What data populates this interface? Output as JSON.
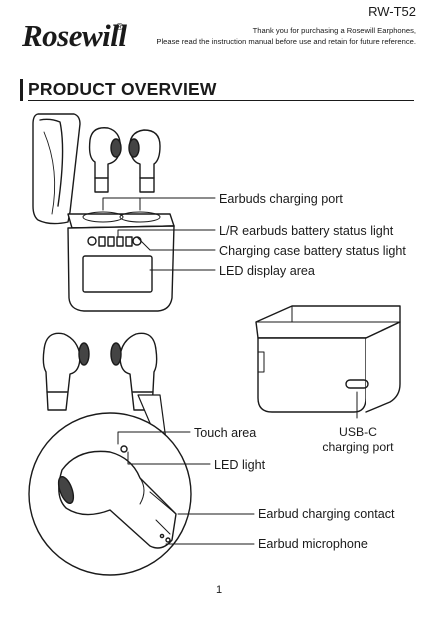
{
  "header": {
    "logo_text": "Rosewill",
    "logo_mark": "®",
    "model": "RW-T52",
    "thanks_line": "Thank you for purchasing a Rosewill Earphones,",
    "instruction_line": "Please read the instruction manual before use and retain for future reference."
  },
  "section": {
    "title": "PRODUCT OVERVIEW"
  },
  "labels": {
    "earbuds_charging_port": "Earbuds charging port",
    "lr_battery_light": "L/R earbuds battery status light",
    "case_battery_light": "Charging case battery status light",
    "led_display": "LED display area",
    "touch_area": "Touch area",
    "led_light": "LED light",
    "usb_c_line1": "USB-C",
    "usb_c_line2": "charging port",
    "charging_contact": "Earbud charging contact",
    "microphone": "Earbud microphone"
  },
  "footer": {
    "page_number": "1"
  }
}
